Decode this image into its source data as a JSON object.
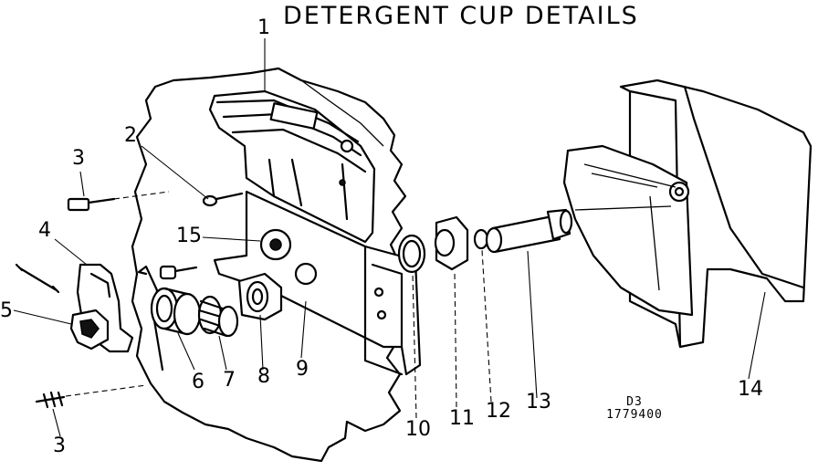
{
  "title": "DETERGENT CUP DETAILS",
  "callouts": [
    {
      "id": "c1",
      "label": "1"
    },
    {
      "id": "c2",
      "label": "2"
    },
    {
      "id": "c3a",
      "label": "3"
    },
    {
      "id": "c4",
      "label": "4"
    },
    {
      "id": "c5",
      "label": "5"
    },
    {
      "id": "c15",
      "label": "15"
    },
    {
      "id": "c6",
      "label": "6"
    },
    {
      "id": "c7",
      "label": "7"
    },
    {
      "id": "c8",
      "label": "8"
    },
    {
      "id": "c9",
      "label": "9"
    },
    {
      "id": "c3b",
      "label": "3"
    },
    {
      "id": "c10",
      "label": "10"
    },
    {
      "id": "c11",
      "label": "11"
    },
    {
      "id": "c12",
      "label": "12"
    },
    {
      "id": "c13",
      "label": "13"
    },
    {
      "id": "c14",
      "label": "14"
    }
  ],
  "reference": {
    "line1": "D3",
    "line2": "1779400"
  }
}
